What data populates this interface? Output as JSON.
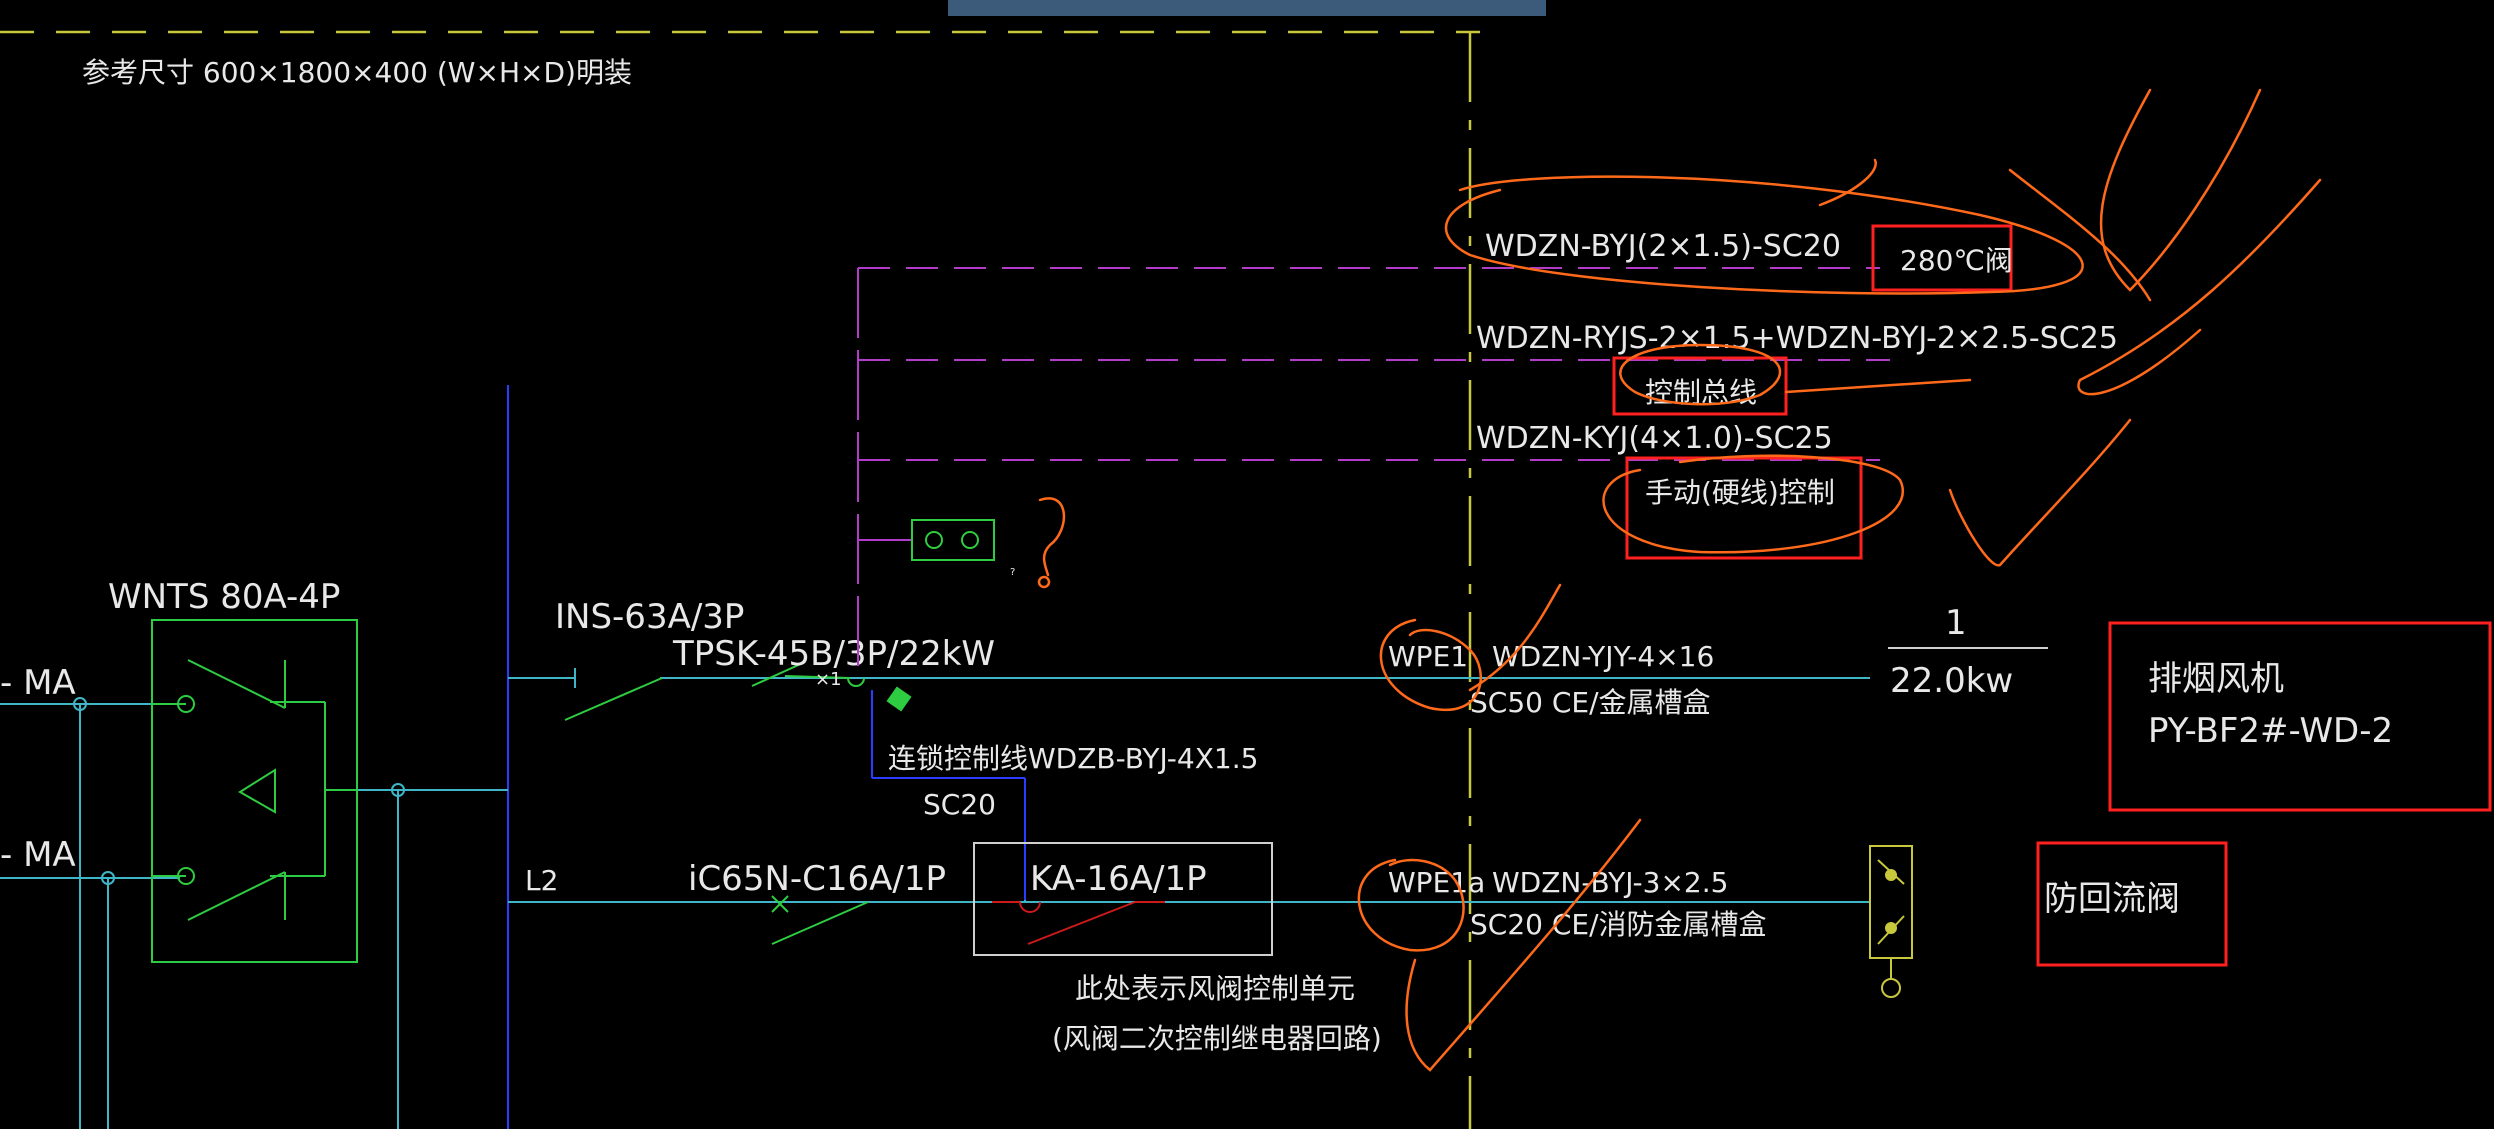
{
  "top_banner": {
    "text": ""
  },
  "notes": {
    "reference_size": "参考尺寸 600×1800×400 (W×H×D)明装"
  },
  "left": {
    "ma_top": "- MA",
    "ma_bottom": "- MA",
    "ats_label": "WNTS 80A-4P",
    "l2_label": "L2"
  },
  "breakers": {
    "ins": "INS-63A/3P",
    "tpsk": "TPSK-45B/3P/22kW",
    "ic65": "iC65N-C16A/1P",
    "ka": "KA-16A/1P"
  },
  "interlock": {
    "line1": "连锁控制线WDZB-BYJ-4X1.5",
    "line2": "SC20"
  },
  "control_unit": {
    "line1": "此处表示风阀控制单元",
    "line2": "(风阀二次控制继电器回路)"
  },
  "cables": {
    "c1": "WDZN-BYJ(2×1.5)-SC20",
    "c2": "WDZN-RYJS-2×1.5+WDZN-BYJ-2×2.5-SC25",
    "c3": "WDZN-KYJ(4×1.0)-SC25"
  },
  "circuits": {
    "wpe1": "WPE1",
    "wpe1_cable": "WDZN-YJY-4×16",
    "wpe1_conduit": "SC50  CE/金属槽盒",
    "wpe1a": "WPE1a",
    "wpe1a_cable": "WDZN-BYJ-3×2.5",
    "wpe1a_conduit": "SC20  CE/消防金属槽盒"
  },
  "annotations": {
    "valve_280": "280℃阀",
    "control_bus": "控制总线",
    "manual_control": "手动(硬线)控制",
    "question": "?"
  },
  "load": {
    "count": "1",
    "power": "22.0kw",
    "fan_title": "排烟风机",
    "fan_id": "PY-BF2#-WD-2",
    "check_valve": "防回流阀"
  },
  "colors": {
    "background": "#000000",
    "cyan_line": "#3fb5c8",
    "green_line": "#2ecc40",
    "magenta_line": "#b03cc8",
    "yellow_dash": "#c8c83c",
    "red_box": "#ff2020",
    "orange_ink": "#ff6a1a",
    "blue_line": "#2a3cff",
    "white_line": "#cfcfcf",
    "banner": "#3c5a7a"
  }
}
